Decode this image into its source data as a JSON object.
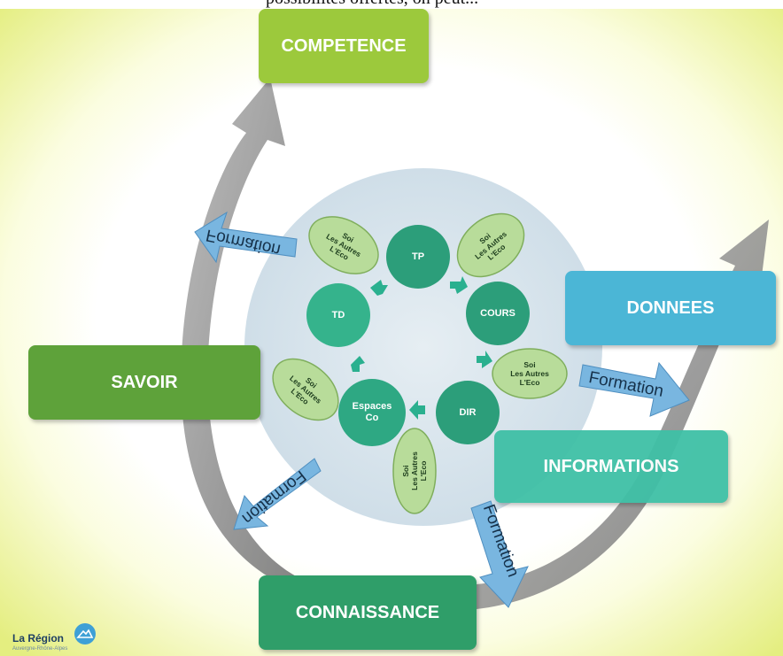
{
  "top_caption": "possibilités offertes, on peut...",
  "boxes": {
    "competence": "COMPETENCE",
    "donnees": "DONNEES",
    "savoir": "SAVOIR",
    "informations": "INFORMATIONS",
    "connaissance": "CONNAISSANCE"
  },
  "circles": {
    "tp": "TP",
    "cours": "COURS",
    "dir": "DIR",
    "espaces": "Espaces\nCo",
    "td": "TD"
  },
  "leaves": {
    "line1": "Soi",
    "line2": "Les Autres",
    "line3": "L'Eco"
  },
  "formation_label": "Formation",
  "logo": {
    "name": "La Région",
    "sub": "Auvergne-Rhône-Alpes",
    "icon": "mountain-icon"
  },
  "colors": {
    "competence": "#9cc93c",
    "donnees": "#4bb6d6",
    "savoir": "#5ea23a",
    "informations": "#3fc0a6",
    "connaissance": "#2f9e69",
    "node_circle": "#2c9e7a",
    "leaf": "#b8dc9a",
    "formation_arrow": "#79b6e0",
    "cycle_arrow": "#8e8e8e"
  }
}
